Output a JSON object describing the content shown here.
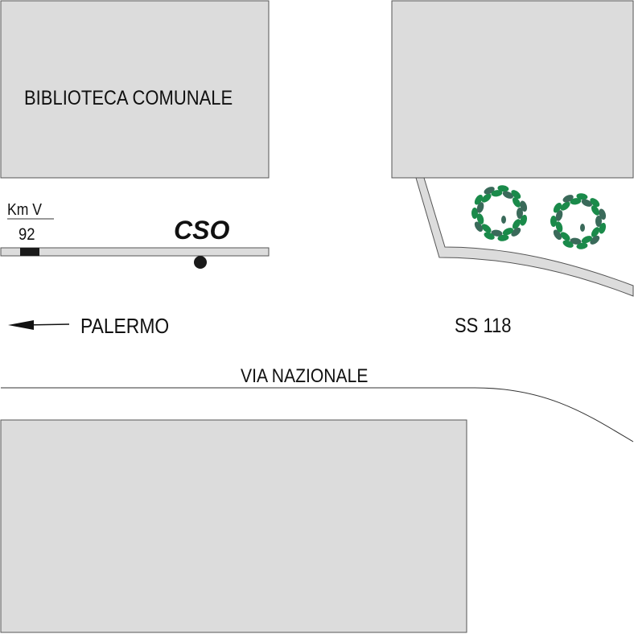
{
  "buildings": {
    "library": "BIBLIOTECA COMUNALE"
  },
  "marker": {
    "km_label": "Km V",
    "km_value": "92"
  },
  "site": {
    "label": "CSO"
  },
  "directions": {
    "west": "PALERMO",
    "east": "SS 118"
  },
  "street": {
    "name": "VIA NAZIONALE"
  },
  "colors": {
    "building": "#dcdcdc",
    "tree": "#1a8a4a",
    "outline": "#555555"
  }
}
